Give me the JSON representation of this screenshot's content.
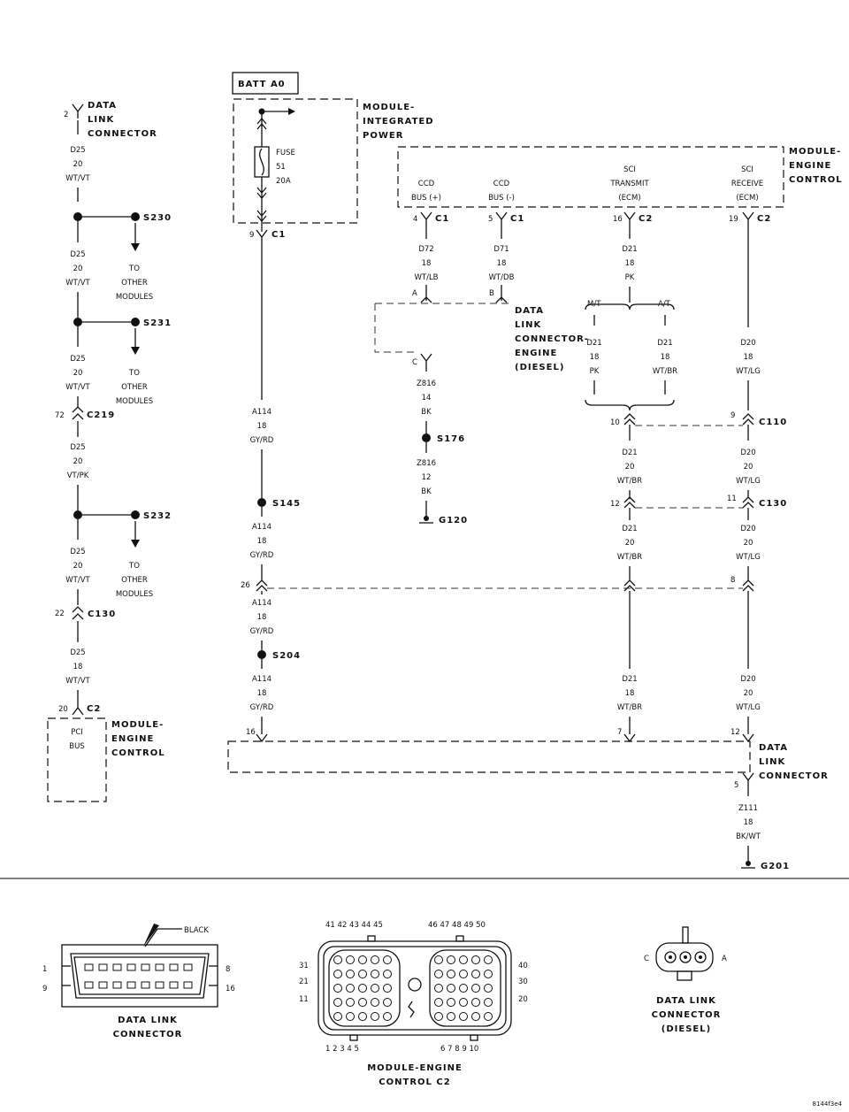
{
  "left_circuit": {
    "dlc_pin": "2",
    "dlc_label": [
      "DATA",
      "LINK",
      "CONNECTOR"
    ],
    "wire_top": [
      "D25",
      "20",
      "WT/VT"
    ],
    "s230": "S230",
    "s231": "S231",
    "s232": "S232",
    "other_modules": [
      "TO",
      "OTHER",
      "MODULES"
    ],
    "wire_mid1": [
      "D25",
      "20",
      "WT/VT"
    ],
    "wire_mid2": [
      "D25",
      "20",
      "WT/VT"
    ],
    "c219_pin": "72",
    "c219": "C219",
    "wire_vtpk": [
      "D25",
      "20",
      "VT/PK"
    ],
    "wire_mid3": [
      "D25",
      "20",
      "WT/VT"
    ],
    "c130_pin": "22",
    "c130": "C130",
    "wire_18": [
      "D25",
      "18",
      "WT/VT"
    ],
    "c2_pin": "20",
    "c2": "C2",
    "pci_bus": [
      "PCI",
      "BUS"
    ],
    "mec_label": [
      "MODULE-",
      "ENGINE",
      "CONTROL"
    ]
  },
  "power_circuit": {
    "batt_label": "BATT A0",
    "mip_label": [
      "MODULE-",
      "INTEGRATED",
      "POWER"
    ],
    "fuse_label": [
      "FUSE",
      "51",
      "20A"
    ],
    "c1_pin": "9",
    "c1": "C1",
    "wire_a114_1": [
      "A114",
      "18",
      "GY/RD"
    ],
    "s145": "S145",
    "wire_a114_2": [
      "A114",
      "18",
      "GY/RD"
    ],
    "pin_26": "26",
    "wire_a114_3": [
      "A114",
      "18",
      "GY/RD"
    ],
    "s204": "S204",
    "wire_a114_4": [
      "A114",
      "18",
      "GY/RD"
    ],
    "pin_16": "16"
  },
  "ecm_top": {
    "label": [
      "MODULE-",
      "ENGINE",
      "CONTROL"
    ],
    "ccd_pos": [
      "CCD",
      "BUS (+)"
    ],
    "ccd_neg": [
      "CCD",
      "BUS (-)"
    ],
    "sci_tx": [
      "SCI",
      "TRANSMIT",
      "(ECM)"
    ],
    "sci_rx": [
      "SCI",
      "RECEIVE",
      "(ECM)"
    ],
    "pin4": "4",
    "pin5": "5",
    "pin16": "16",
    "pin19": "19",
    "c1": "C1",
    "c2": "C2"
  },
  "ccd_circuit": {
    "wire_dt2": [
      "D72",
      "18",
      "WT/LB"
    ],
    "wire_dt1": [
      "D71",
      "18",
      "WT/DB"
    ],
    "pin_a": "A",
    "pin_b": "B",
    "pin_c": "C",
    "dlc_diesel": [
      "DATA",
      "LINK",
      "CONNECTOR-",
      "ENGINE",
      "(DIESEL)"
    ],
    "wire_z816_14": [
      "Z816",
      "14",
      "BK"
    ],
    "s176": "S176",
    "wire_z816_12": [
      "Z816",
      "12",
      "BK"
    ],
    "g120": "G120"
  },
  "sci_circuit": {
    "wire_d21_pk": [
      "D21",
      "18",
      "PK"
    ],
    "mt": "M/T",
    "at": "A/T",
    "wire_mt": [
      "D21",
      "18",
      "PK"
    ],
    "wire_at": [
      "D21",
      "18",
      "WT/BR"
    ],
    "wire_d20_top": [
      "D20",
      "18",
      "WT/LG"
    ],
    "c110_pin_l": "10",
    "c110_pin_r": "9",
    "c110": "C110",
    "wire_d21_20a": [
      "D21",
      "20",
      "WT/BR"
    ],
    "wire_d20_20a": [
      "D20",
      "20",
      "WT/LG"
    ],
    "c130_pin_l": "12",
    "c130_pin_r": "11",
    "c130": "C130",
    "wire_d21_20b": [
      "D21",
      "20",
      "WT/BR"
    ],
    "wire_d20_20b": [
      "D20",
      "20",
      "WT/LG"
    ],
    "pin_8": "8",
    "wire_d21_18": [
      "D21",
      "18",
      "WT/BR"
    ],
    "wire_d20_20c": [
      "D20",
      "20",
      "WT/LG"
    ],
    "dlc_pin_7": "7",
    "dlc_pin_12": "12",
    "dlc_pin_5": "5",
    "dlc_label": [
      "DATA",
      "LINK",
      "CONNECTOR"
    ],
    "wire_z111": [
      "Z111",
      "18",
      "BK/WT"
    ],
    "g201": "G201"
  },
  "views": {
    "dlc": {
      "black": "BLACK",
      "pin1": "1",
      "pin8": "8",
      "pin9": "9",
      "pin16": "16",
      "label": [
        "DATA LINK",
        "CONNECTOR"
      ]
    },
    "c2": {
      "top_left": "41 42 43 44 45",
      "top_right": "46 47 48 49 50",
      "bottom_left": "1  2  3  4  5",
      "bottom_right": "6  7  8  9  10",
      "left": [
        "31",
        "21",
        "11"
      ],
      "right": [
        "40",
        "30",
        "20"
      ],
      "label": [
        "MODULE-ENGINE",
        "CONTROL C2"
      ]
    },
    "diesel": {
      "pin_c": "C",
      "pin_a": "A",
      "label": [
        "DATA LINK",
        "CONNECTOR",
        "(DIESEL)"
      ]
    }
  },
  "figure_id": "8144f3e4"
}
